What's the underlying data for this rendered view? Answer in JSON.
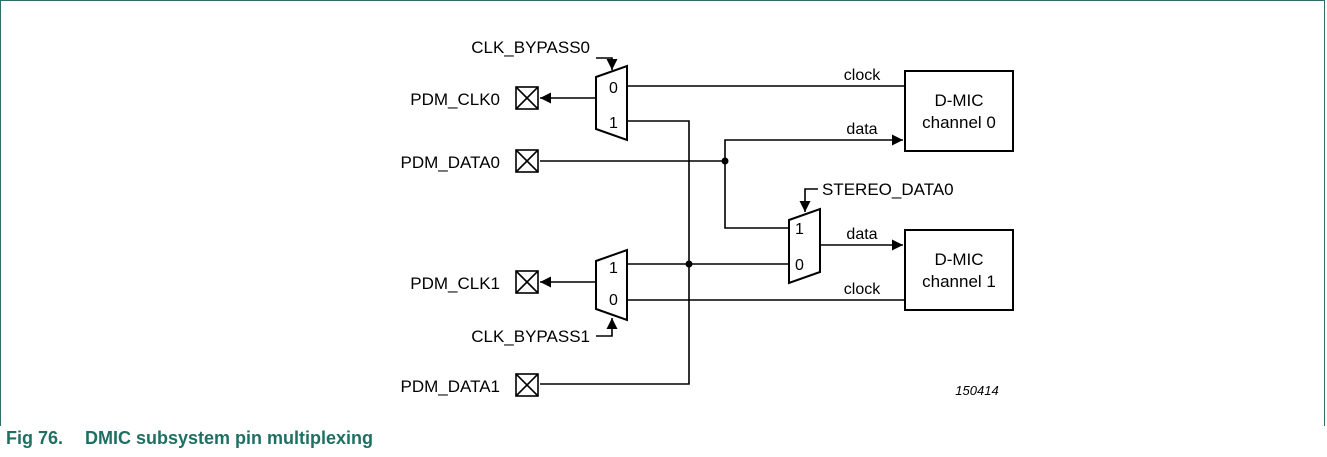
{
  "figure": {
    "number": "Fig 76.",
    "title": "DMIC subsystem pin multiplexing",
    "id": "150414"
  },
  "pins": {
    "clk0": "PDM_CLK0",
    "data0": "PDM_DATA0",
    "clk1": "PDM_CLK1",
    "data1": "PDM_DATA1"
  },
  "controls": {
    "clk_bypass0": "CLK_BYPASS0",
    "clk_bypass1": "CLK_BYPASS1",
    "stereo_data0": "STEREO_DATA0"
  },
  "blocks": {
    "ch0_line1": "D-MIC",
    "ch0_line2": "channel 0",
    "ch1_line1": "D-MIC",
    "ch1_line2": "channel 1"
  },
  "signals": {
    "clock0": "clock",
    "data0": "data",
    "data1": "data",
    "clock1": "clock"
  },
  "mux_inputs": {
    "m0_top": "0",
    "m0_bottom": "1",
    "m1_top": "1",
    "m1_bottom": "0",
    "ms_top": "1",
    "ms_bottom": "0"
  }
}
